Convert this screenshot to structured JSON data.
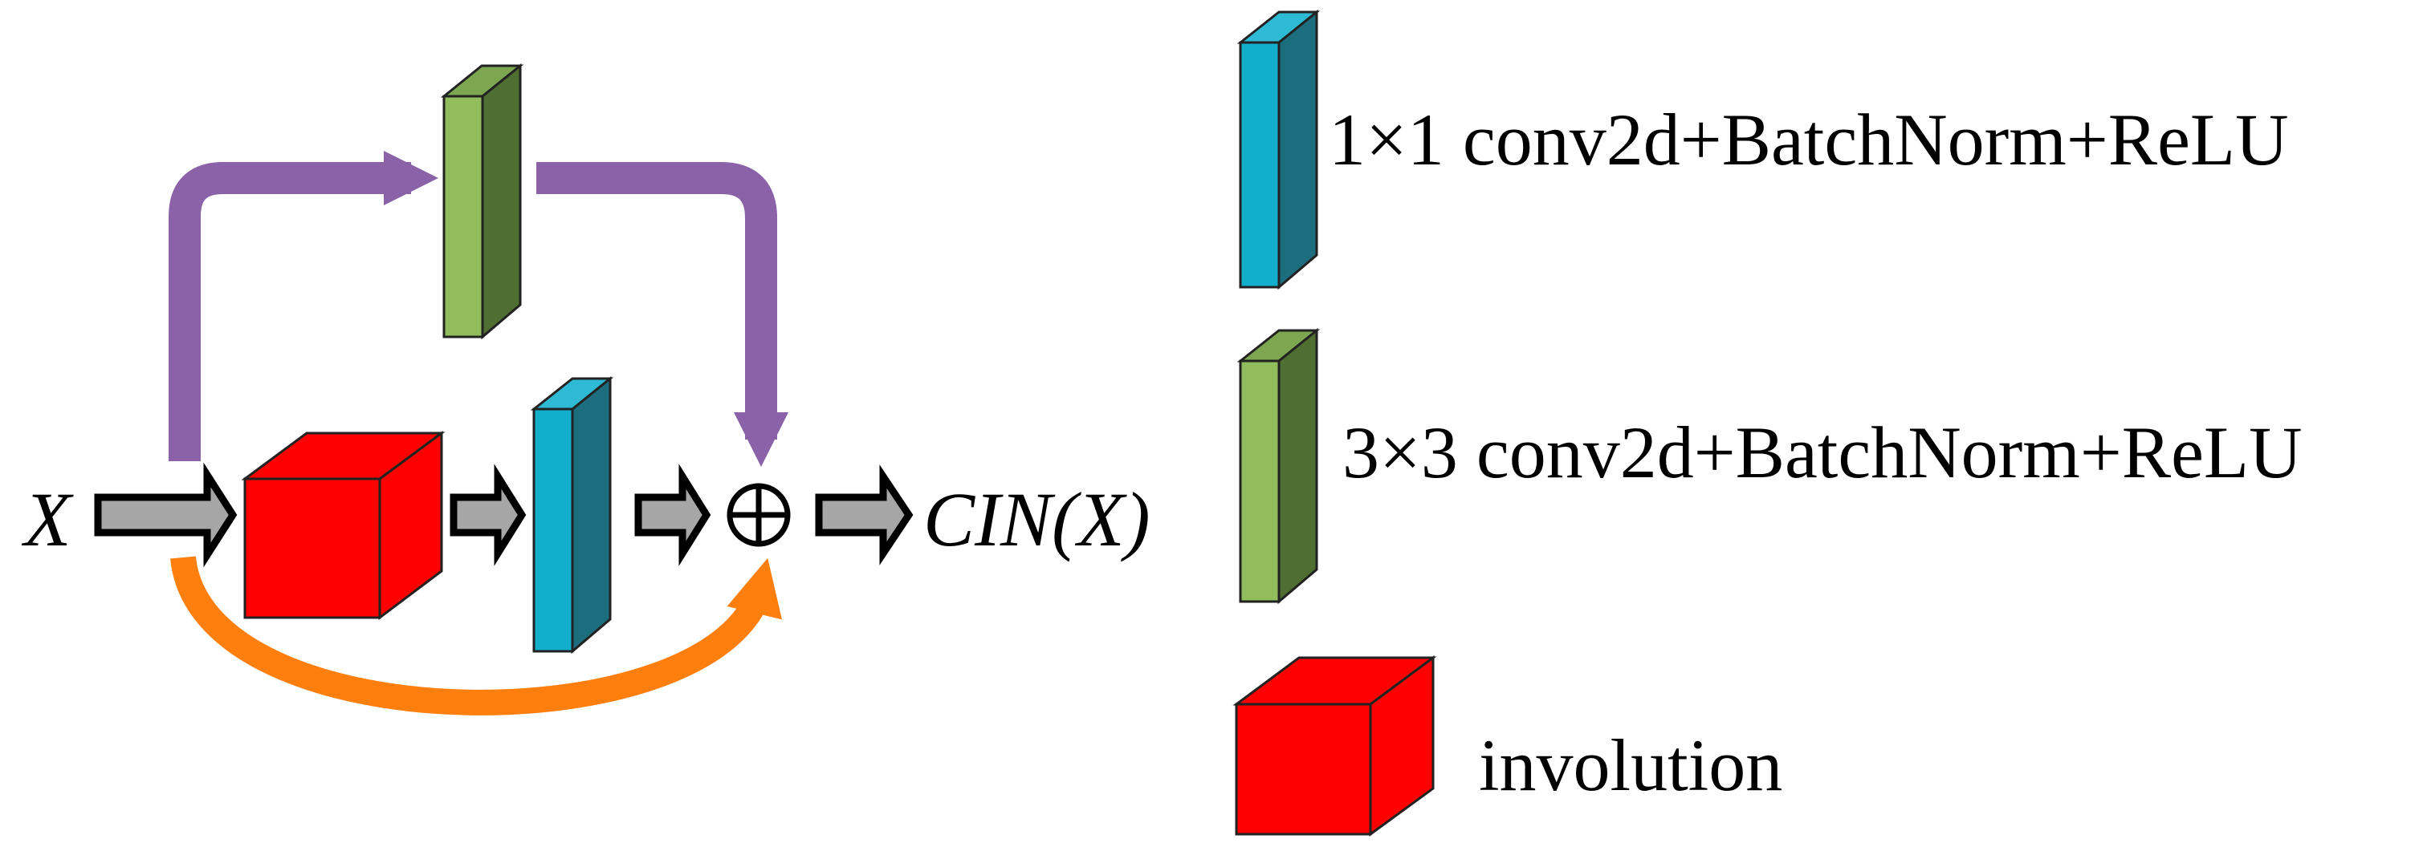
{
  "diagram": {
    "input_label": "X",
    "output_label": "CIN(X)",
    "sum_symbol": "⊕"
  },
  "legend": {
    "conv1x1_label": "1×1 conv2d+BatchNorm+ReLU",
    "conv3x3_label": "3×3 conv2d+BatchNorm+ReLU",
    "involution_label": "involution"
  },
  "colors": {
    "conv1x1_front": "#12afcd",
    "conv1x1_side": "#1c6e7e",
    "conv1x1_top": "#2eb9d4",
    "conv3x3_front": "#92bd5c",
    "conv3x3_side": "#4f6f32",
    "conv3x3_top": "#7da650",
    "involution": "#ff0000",
    "purple_path": "#8b62a8",
    "orange_path": "#ff7f0e",
    "block_arrow": "#a6a6a6"
  },
  "icons": [
    "block-arrow-icon",
    "oplus-icon",
    "cuboid-icon"
  ]
}
